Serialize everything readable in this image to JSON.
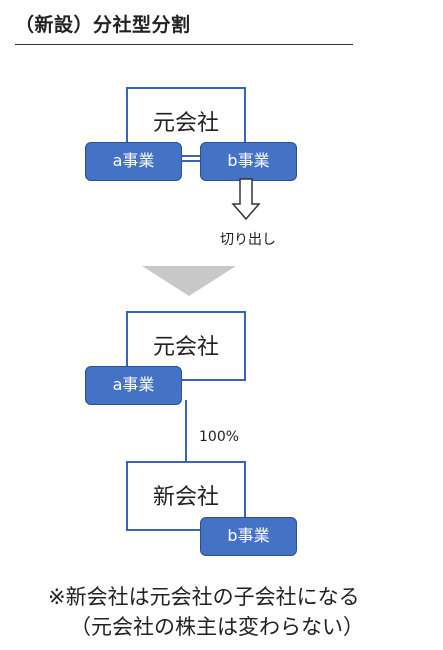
{
  "title": "（新設）分社型分割",
  "before": {
    "company_label": "元会社",
    "business_a": "a事業",
    "business_b": "b事業",
    "spinoff_label": "切り出し"
  },
  "after": {
    "company_label": "元会社",
    "business_a": "a事業",
    "ownership_label": "100%",
    "new_company_label": "新会社",
    "business_b": "b事業"
  },
  "notes": {
    "line1": "※新会社は元会社の子会社になる",
    "line2": "（元会社の株主は変わらない）"
  },
  "colors": {
    "box_border": "#3a64b8",
    "business_fill": "#4472c4",
    "transition_arrow": "#c8c8c8"
  }
}
